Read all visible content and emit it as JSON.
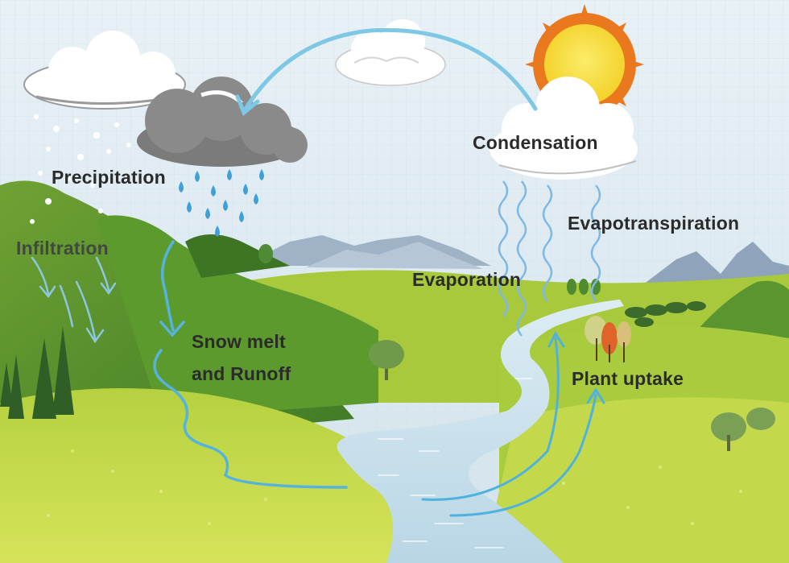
{
  "labels": {
    "precipitation": "Precipitation",
    "infiltration": "Infiltration",
    "snow_melt_line1": "Snow melt",
    "snow_melt_line2": "and Runoff",
    "condensation": "Condensation",
    "evapotranspiration": "Evapotranspiration",
    "evaporation": "Evaporation",
    "plant_uptake": "Plant uptake"
  },
  "colors": {
    "sky": "#dde9f0",
    "arrow": "#5fb8dc",
    "river": "#cfe4ee",
    "grass_light": "#c7dc45",
    "grass_mid": "#9cc43a",
    "hill_dark": "#4f8a2c",
    "cloud_gray": "#8a8a8a",
    "sun": "#f6dc36",
    "sun_rays": "#e9781f",
    "label_text": "#2b2b2b"
  },
  "icons": [
    "rain-cloud-icon",
    "sun-icon",
    "tree-icon",
    "raindrop-icon",
    "wavy-vapor-icon"
  ]
}
